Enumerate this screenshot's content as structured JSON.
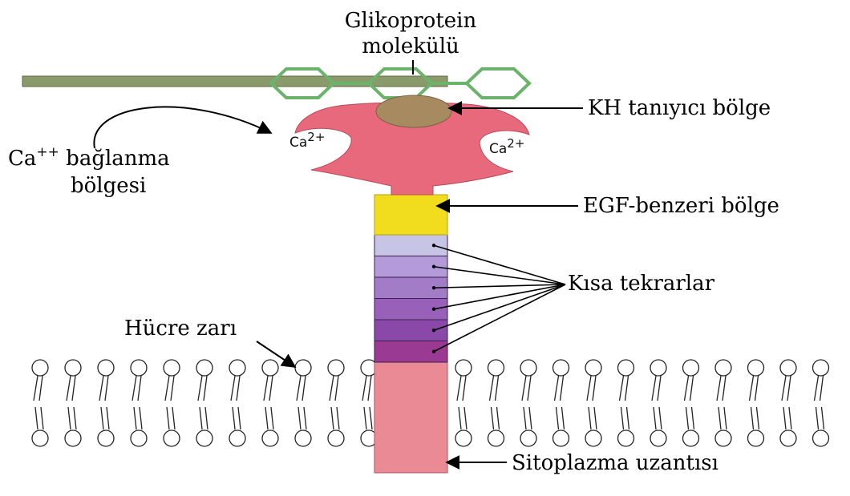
{
  "labels": {
    "glycoprotein_line1": "Glikoprotein",
    "glycoprotein_line2": "molekülü",
    "kh_region": "KH tanıyıcı bölge",
    "ca_binding_base": "Ca",
    "ca_binding_sup": "++",
    "ca_binding_word": " bağlanma",
    "ca_binding_line2": "bölgesi",
    "egf_region": "EGF-benzeri bölge",
    "short_repeats": "Kısa tekrarlar",
    "cell_membrane": "Hücre zarı",
    "cytoplasmic_tail": "Sitoplazma uzantısı"
  },
  "ions": {
    "left_base": "Ca",
    "left_sup": "2+",
    "right_base": "Ca",
    "right_sup": "2+"
  },
  "colors": {
    "head": "#e8697c",
    "kh_cap": "#a88a60",
    "egf": "#f2dc1e",
    "stalk": "#e98a94",
    "rod": "#8a9a6a",
    "hexagon": "#7cc07c",
    "repeats": [
      "#c8c4e6",
      "#b49ad8",
      "#a37cc8",
      "#9860b8",
      "#8a48a8",
      "#9a3a92"
    ]
  },
  "membrane": {
    "lipid_count_left": 11,
    "lipid_count_right": 12
  }
}
